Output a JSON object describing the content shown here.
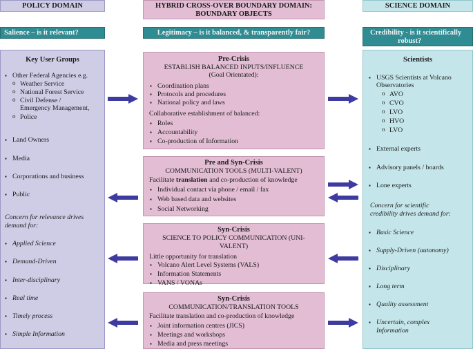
{
  "headers": {
    "policy": "POLICY DOMAIN",
    "hybrid_line1": "HYBRID CROSS-OVER BOUNDARY DOMAIN:",
    "hybrid_line2": "BOUNDARY OBJECTS",
    "science": "SCIENCE DOMAIN"
  },
  "criteria": {
    "salience": "Salience – is it relevant?",
    "legitimacy": "Legitimacy – is it balanced, & transparently fair?",
    "credibility_line1": "Credibility -  is it scientifically",
    "credibility_line2": "robust?"
  },
  "left": {
    "title": "Key User Groups",
    "agencies": "Other Federal Agencies e.g.",
    "sub1": "Weather Service",
    "sub2": "National Forest Service",
    "sub3a": "Civil Defense /",
    "sub3b": "Emergency Management,",
    "sub4": "Police",
    "items": [
      "Land Owners",
      "Media",
      "Corporations and business",
      "Public"
    ],
    "concern_line1": "Concern for relevance drives",
    "concern_line2": "demand for:",
    "demands": [
      "Applied Science",
      "Demand-Driven",
      "Inter-disciplinary",
      "Real time",
      "Timely process",
      "Simple Information"
    ]
  },
  "right": {
    "title": "Scientists",
    "usgs_line1": "USGS Scientists at Volcano",
    "usgs_line2": "Observatories",
    "obs": [
      "AVO",
      "CVO",
      "LVO",
      "HVO",
      "LVO"
    ],
    "items": [
      "External experts",
      "Advisory panels / boards",
      "Lone experts"
    ],
    "concern_line1": "Concern for scientific",
    "concern_line2": "credibility drives demand for:",
    "demands": [
      "Basic Science",
      "Supply-Driven (autonomy)",
      "Disciplinary",
      "Long term",
      "Quality assessment",
      "Uncertain, complex"
    ],
    "demand_last_line2": "Information"
  },
  "boxes": {
    "b1": {
      "title": "Pre-Crisis",
      "sub1": "ESTABLISH BALANCED INPUTS/INFLUENCE",
      "sub2": "(Goal Orientated):",
      "items": [
        "Coordination plans",
        "Protocols and procedures",
        "National policy and laws"
      ],
      "collab": "Collaborative establishment of balanced:",
      "items2": [
        "Roles",
        "Accountability",
        "Co-production of Information"
      ]
    },
    "b2": {
      "title": "Pre and Syn-Crisis",
      "sub1": "COMMUNICATION TOOLS (MULTI-VALENT)",
      "line_pre": "Facilitate ",
      "line_bold": "translation",
      "line_post": " and co-production of knowledge",
      "items": [
        "Individual contact via phone / email / fax",
        "Web based data and websites",
        "Social Networking"
      ]
    },
    "b3": {
      "title": "Syn-Crisis",
      "sub1": "SCIENCE TO POLICY COMMUNICATION (UNI-",
      "sub2": "VALENT)",
      "intro": "Little opportunity for translation",
      "items": [
        "Volcano Alert Level Systems (VALS)",
        "Information Statements",
        "VANS / VONAs"
      ]
    },
    "b4": {
      "title": "Syn-Crisis",
      "sub1": "COMMUNICATION/TRANSLATION TOOLS",
      "intro": "Facilitate translation and co-production of knowledge",
      "items": [
        "Joint information centres (JICS)",
        "Meetings and workshops",
        "Media and press meetings"
      ]
    }
  },
  "colors": {
    "lavender": "#cfcde6",
    "pink": "#e2bdd4",
    "teal": "#2f8c92",
    "light_teal": "#c4e6ea",
    "arrow": "#3d3aa0"
  }
}
